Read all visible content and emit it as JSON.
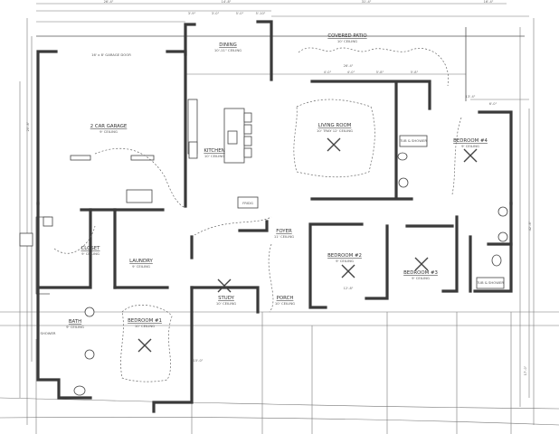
{
  "plan": {
    "rooms": {
      "garage": {
        "name": "2 CAR GARAGE",
        "ceiling": "9' CEILING"
      },
      "garage_door": "16' x 8' GARAGE DOOR",
      "dining": {
        "name": "DINING",
        "ceiling": "10'-11\" CEILING"
      },
      "covered_patio": {
        "name": "COVERED PATIO",
        "ceiling": "10' CEILING"
      },
      "living_room": {
        "name": "LIVING ROOM",
        "ceiling": "10' TRAY 12' CEILING"
      },
      "kitchen": {
        "name": "KITCHEN",
        "ceiling": "10' CEILING"
      },
      "bedroom4": {
        "name": "BEDROOM #4",
        "ceiling": "9' CEILING"
      },
      "closet": {
        "name": "CLOSET",
        "ceiling": "9' CEILING"
      },
      "laundry": {
        "name": "LAUNDRY",
        "ceiling": "9' CEILING"
      },
      "bedroom2": {
        "name": "BEDROOM #2",
        "ceiling": "9' CEILING"
      },
      "bedroom3": {
        "name": "BEDROOM #3",
        "ceiling": "9' CEILING"
      },
      "foyer": {
        "name": "FOYER",
        "ceiling": "11' CEILING"
      },
      "porch": {
        "name": "PORCH",
        "ceiling": "10' CEILING"
      },
      "study": {
        "name": "STUDY",
        "ceiling": "10' CEILING"
      },
      "bath": {
        "name": "BATH",
        "ceiling": "9' CEILING"
      },
      "shower": "SHOWER",
      "bedroom1": {
        "name": "BEDROOM #1",
        "ceiling": "10' CEILING"
      },
      "fridge": "FRIDG",
      "tub_shower_a": "TUB & SHOWER",
      "tub_shower_b": "TUB & SHOWER"
    },
    "dimensions": {
      "top_left": "26'-4\"",
      "top_mid": "14'-8\"",
      "top_right1": "31'-4\"",
      "top_right2": "16'-4\"",
      "patio_width": "26'-4\"",
      "d1": "3'-9\"",
      "d2": "3'-0\"",
      "d3": "5'-0\"",
      "d4": "5'-10\"",
      "d5": "4'-0\"",
      "d6": "4'-0\"",
      "d7": "5'-8\"",
      "d8": "5'-8\"",
      "d9": "13'-4\"",
      "d10": "6'-0\"",
      "d11": "12'-8\"",
      "d12": "15'-0\"",
      "left_total": "20'-8\"",
      "right_total": "42'-8\"",
      "bottom_right": "17'-0\""
    }
  }
}
